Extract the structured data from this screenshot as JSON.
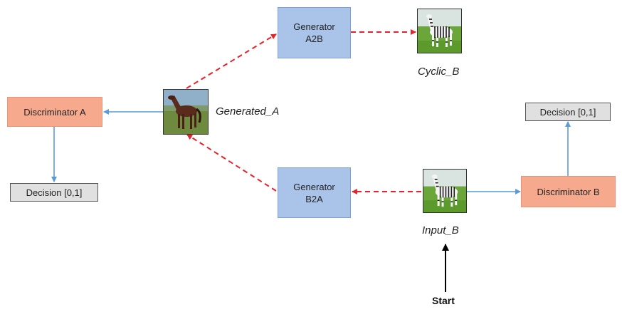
{
  "nodes": {
    "generator_a2b": {
      "line1": "Generator",
      "line2": "A2B"
    },
    "generator_b2a": {
      "line1": "Generator",
      "line2": "B2A"
    },
    "discriminator_a": {
      "label": "Discriminator A"
    },
    "discriminator_b": {
      "label": "Discriminator B"
    },
    "decision_a": {
      "label": "Decision [0,1]"
    },
    "decision_b": {
      "label": "Decision [0,1]"
    }
  },
  "images": {
    "cyclic_b": {
      "caption": "Cyclic_B",
      "icon": "zebra-image"
    },
    "generated_a": {
      "caption": "Generated_A",
      "icon": "horse-image"
    },
    "input_b": {
      "caption": "Input_B",
      "icon": "zebra-image"
    }
  },
  "start_label": "Start",
  "colors": {
    "generator_fill": "#a9c4e8",
    "discriminator_fill": "#f6a98d",
    "decision_fill": "#e0e0e0",
    "generator_arrow": "#e8212a",
    "discriminator_arrow": "#5b9bd5",
    "start_arrow": "#000000"
  }
}
